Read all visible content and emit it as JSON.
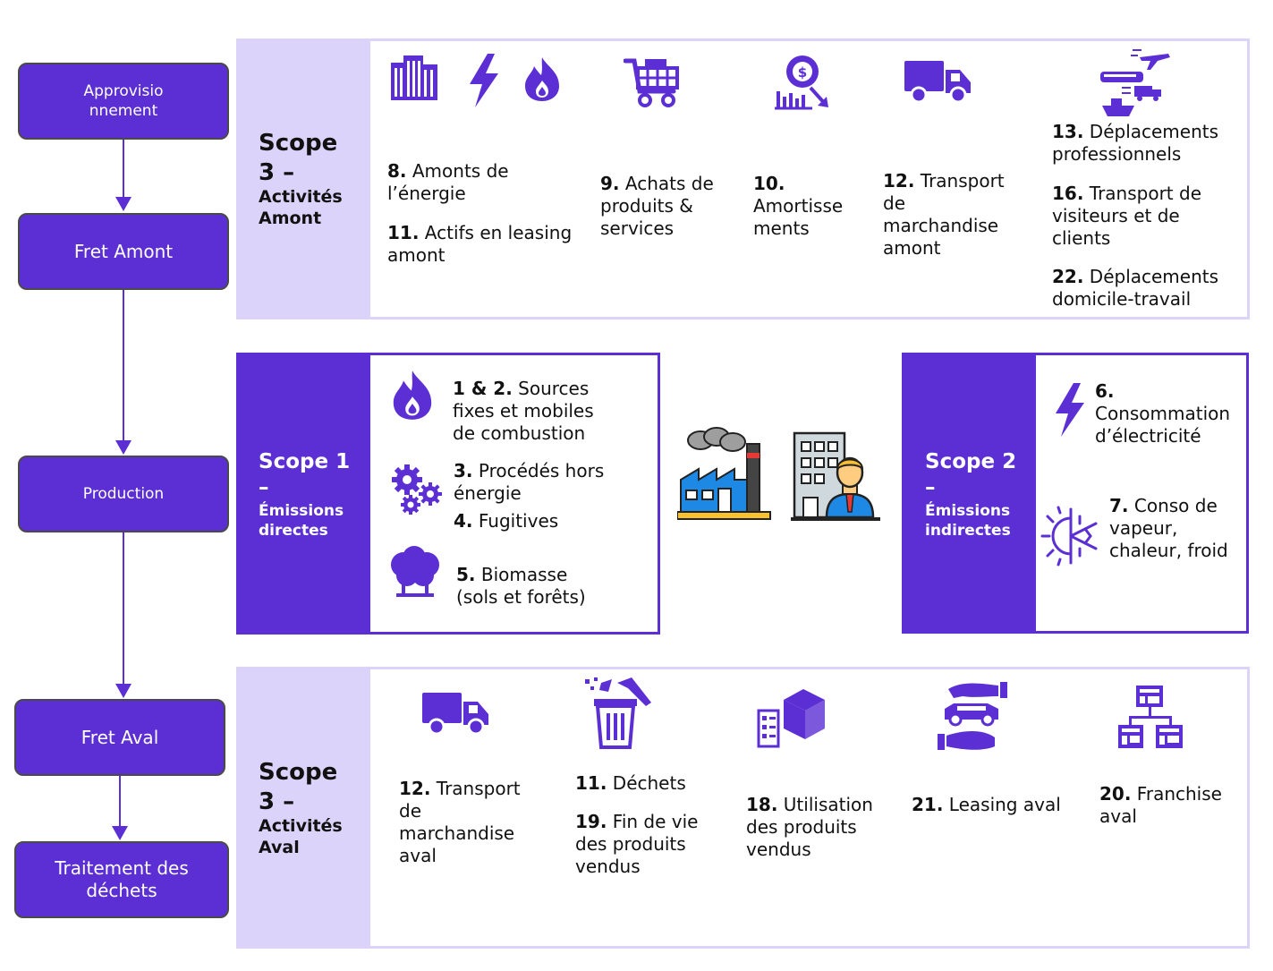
{
  "colors": {
    "accent": "#5b2fd3",
    "light": "#dcd3fb",
    "connector": "#4a4a4a"
  },
  "flow": [
    {
      "label": "Approvisio nnement"
    },
    {
      "label": "Fret Amont"
    },
    {
      "label": "Production"
    },
    {
      "label": "Fret Aval"
    },
    {
      "label": "Traitement des déchets"
    }
  ],
  "upstream": {
    "title_big": "Scope 3 –",
    "title_small": "Activités Amont",
    "items": [
      {
        "num": "8.",
        "text": " Amonts de l’énergie"
      },
      {
        "num": "11.",
        "text": " Actifs en leasing amont"
      },
      {
        "num": "9.",
        "text": " Achats de produits & services"
      },
      {
        "num": "10.",
        "text": " Amortisse ments"
      },
      {
        "num": "12.",
        "text": " Transport de marchandise amont"
      },
      {
        "num": "13.",
        "text": " Déplacements professionnels"
      },
      {
        "num": "16.",
        "text": " Transport de visiteurs et de clients"
      },
      {
        "num": "22.",
        "text": " Déplacements domicile-travail"
      }
    ],
    "icons": [
      "building-icon",
      "lightning-icon",
      "fire-icon",
      "shopping-cart-icon",
      "depreciation-icon",
      "truck-icon",
      "travel-icon"
    ]
  },
  "scope1": {
    "title_big": "Scope 1 –",
    "title_small": "Émissions directes",
    "items": [
      {
        "num": "1 & 2.",
        "text": " Sources fixes et mobiles de combustion"
      },
      {
        "num": "3.",
        "text": " Procédés hors énergie"
      },
      {
        "num": "4.",
        "text": " Fugitives"
      },
      {
        "num": "5.",
        "text": " Biomasse (sols et forêts)"
      }
    ]
  },
  "scope2": {
    "title_big": "Scope 2 –",
    "title_small": "Émissions indirectes",
    "items": [
      {
        "num": "6.",
        "text": " Consommation d’électricité"
      },
      {
        "num": "7.",
        "text": " Conso de vapeur, chaleur, froid"
      }
    ]
  },
  "downstream": {
    "title_big": "Scope 3 –",
    "title_small": "Activités Aval",
    "items": [
      {
        "num": "12.",
        "text": " Transport de marchandise aval"
      },
      {
        "num": "11.",
        "text": " Déchets"
      },
      {
        "num": "19.",
        "text": " Fin de vie des produits vendus"
      },
      {
        "num": "18.",
        "text": " Utilisation des produits vendus"
      },
      {
        "num": "21.",
        "text": " Leasing aval"
      },
      {
        "num": "20.",
        "text": " Franchise aval"
      }
    ]
  }
}
